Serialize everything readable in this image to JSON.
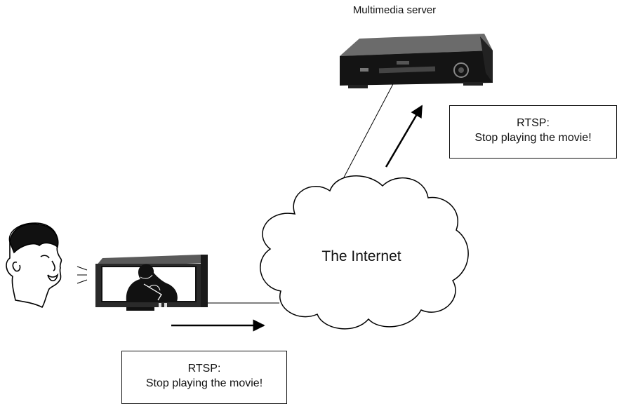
{
  "server": {
    "label": "Multimedia server"
  },
  "cloud": {
    "label": "The Internet"
  },
  "messages": {
    "server_side": {
      "line1": "RTSP:",
      "line2": "Stop playing the movie!"
    },
    "client_side": {
      "line1": "RTSP:",
      "line2": "Stop playing the movie!"
    }
  },
  "icons": {
    "server": "multimedia-server-icon",
    "person": "person-face-icon",
    "tv": "television-icon",
    "cloud": "cloud-icon"
  }
}
